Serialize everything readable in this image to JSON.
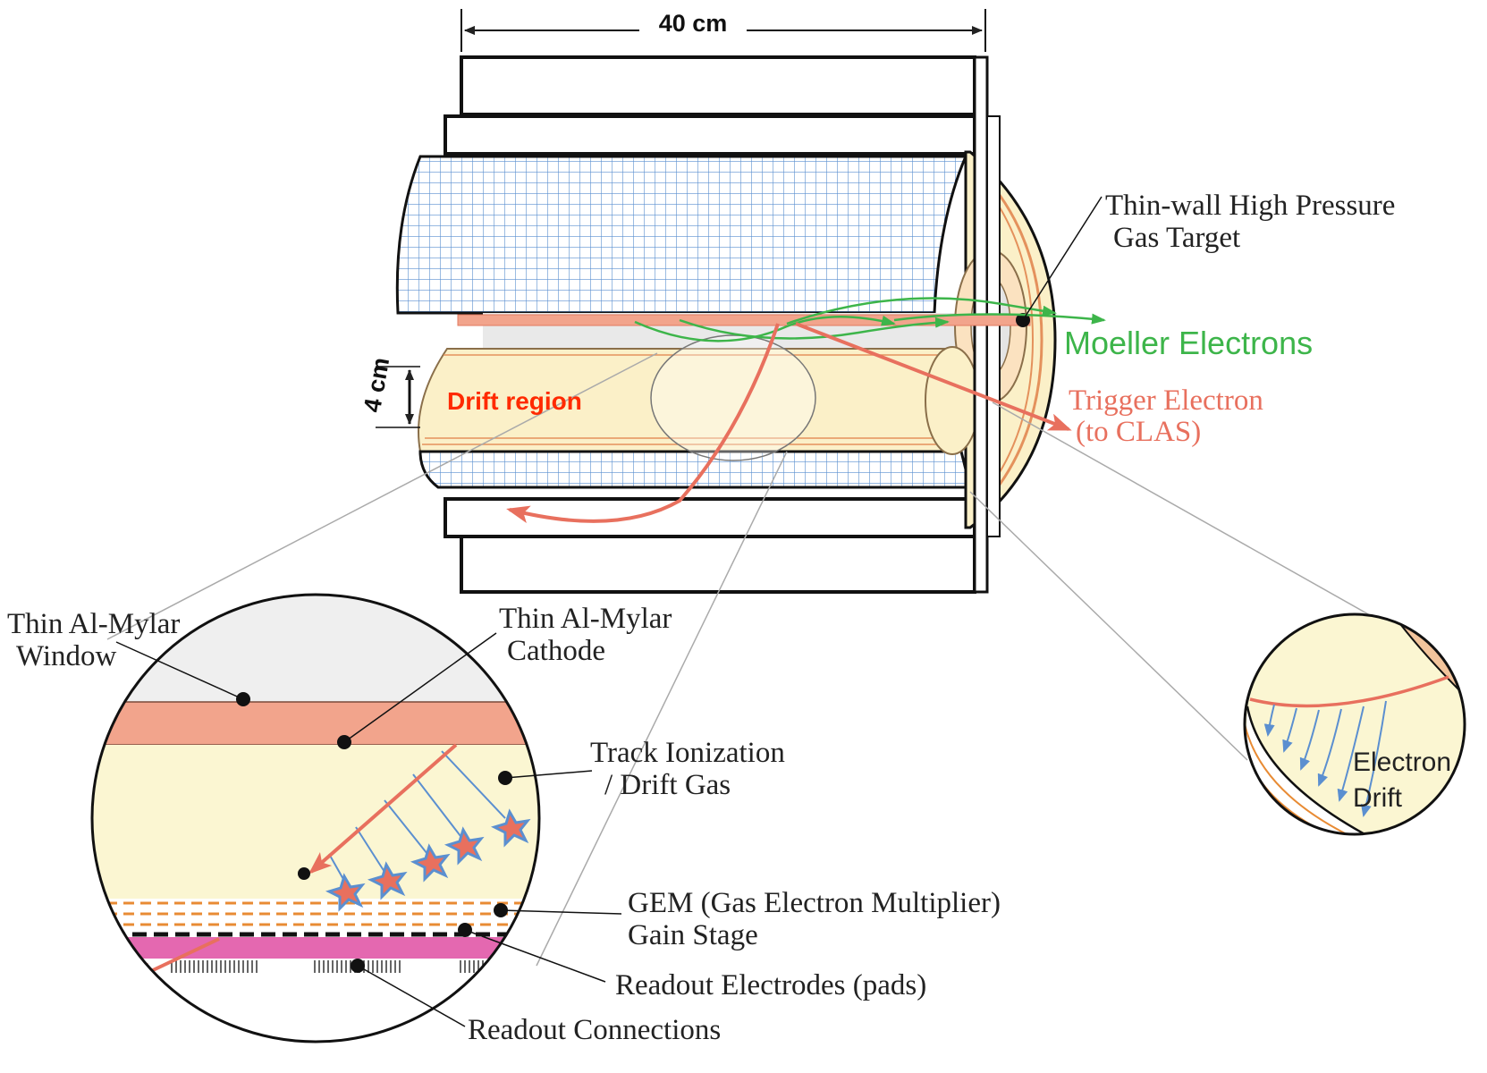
{
  "dimension_width": "40 cm",
  "dimension_height": "4 cm",
  "drift_region": "Drift region",
  "target_label": [
    "Thin-wall High Pressure",
    "Gas Target"
  ],
  "moeller_label": "Moeller Electrons",
  "trigger_label": [
    "Trigger Electron",
    "(to CLAS)"
  ],
  "window_label": [
    "Thin Al-Mylar",
    "Window"
  ],
  "cathode_label": [
    "Thin Al-Mylar",
    "Cathode"
  ],
  "drift_gas_label": [
    "Track Ionization",
    "/ Drift Gas"
  ],
  "gem_label": [
    "GEM (Gas Electron Multiplier)",
    "Gain Stage"
  ],
  "readout_electrodes_label": "Readout Electrodes (pads)",
  "readout_connections_label": "Readout Connections",
  "electron_drift_label": [
    "Electron",
    "Drift"
  ],
  "colors": {
    "moeller": "#3db54a",
    "trigger": "#e8705e",
    "drift_text": "#ff2a00",
    "cathode": "#f2a48c",
    "drift_gas": "#fbf6d2",
    "readout_pads": "#e468b0",
    "mesh": "#5b8fd0"
  }
}
